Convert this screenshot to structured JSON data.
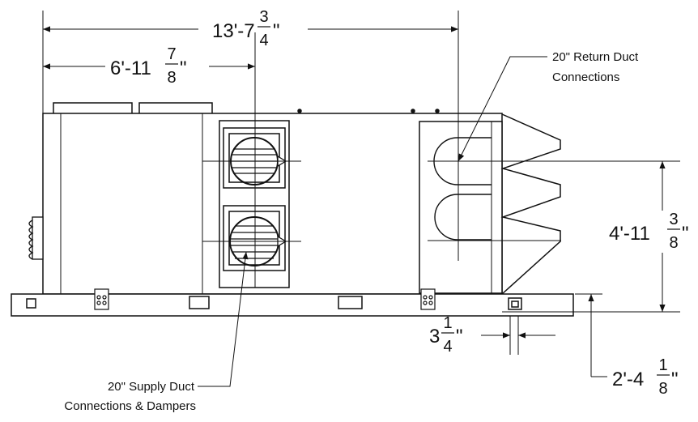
{
  "drawing": {
    "dimensions": {
      "overall_length": {
        "whole": "13'-7",
        "num": "3",
        "den": "4",
        "mark": "\""
      },
      "supply_offset": {
        "whole": "6'-11",
        "num": "7",
        "den": "8",
        "mark": "\""
      },
      "return_spacing": {
        "whole": "4'-11",
        "num": "3",
        "den": "8",
        "mark": "\""
      },
      "base_height": {
        "whole": "2'-4",
        "num": "1",
        "den": "8",
        "mark": "\""
      },
      "connector_width": {
        "whole": "3",
        "num": "1",
        "den": "4",
        "mark": "\""
      }
    },
    "callouts": {
      "return_line1": "20\" Return Duct",
      "return_line2": "Connections",
      "supply_line1": "20\" Supply Duct",
      "supply_line2": "Connections & Dampers"
    }
  }
}
